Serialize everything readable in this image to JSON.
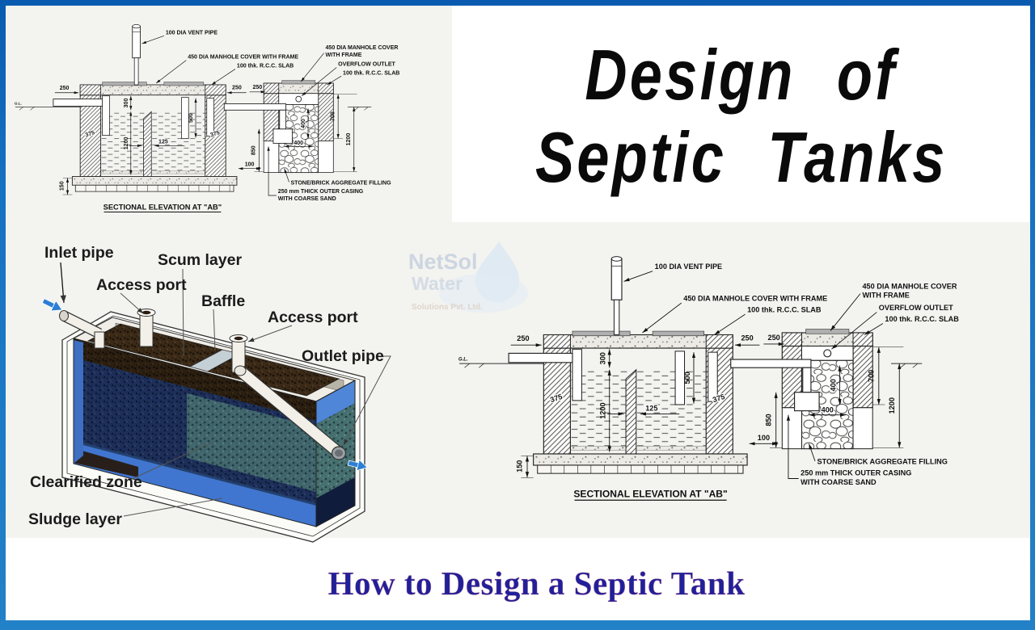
{
  "header": {
    "title_line1": "Design of",
    "title_line2": "Septic Tanks"
  },
  "footer": {
    "title": "How to Design a Septic Tank"
  },
  "watermark": {
    "line1": "NetSol",
    "line2": "Water",
    "line3": "Solutions Pvt. Ltd."
  },
  "colors": {
    "frame_blue": "#1672c2",
    "panel_offwhite": "#f3f3f0",
    "footer_text": "#20209a",
    "arrow_blue": "#2b7fd4"
  },
  "elevation_diagram": {
    "section_title": "SECTIONAL ELEVATION AT \"AB\"",
    "labels": {
      "vent_pipe": "100 DIA VENT PIPE",
      "manhole_left": "450 DIA MANHOLE COVER WITH FRAME",
      "rcc_slab_left": "100 thk. R.C.C. SLAB",
      "manhole_right_line1": "450 DIA MANHOLE COVER",
      "manhole_right_line2": "WITH FRAME",
      "overflow_outlet": "OVERFLOW OUTLET",
      "rcc_slab_right": "100 thk. R.C.C. SLAB",
      "aggregate_filling": "STONE/BRICK AGGREGATE FILLING",
      "outer_casing_line1": "250 mm THICK OUTER CASING",
      "outer_casing_line2": "WITH COARSE SAND",
      "ground_level": "G.L."
    },
    "dimensions": {
      "wall_250_left": "250",
      "freeboard_300": "300",
      "outlet_tee_500": "500",
      "wall_250_right": "250",
      "pit_wall_250": "250",
      "depth_1200": "1200",
      "partition_125": "125",
      "wall_375_left": "375",
      "wall_375_right": "375",
      "gap_100": "100",
      "base_150": "150",
      "pit_850": "850",
      "pit_400_h": "400",
      "pit_400_v": "400",
      "pit_700": "700",
      "pit_1200": "1200"
    }
  },
  "tank_3d": {
    "labels": {
      "inlet_pipe": "Inlet pipe",
      "scum_layer": "Scum layer",
      "access_port_front": "Access port",
      "baffle": "Baffle",
      "access_port_rear": "Access port",
      "outlet_pipe": "Outlet pipe",
      "clearified_zone": "Clearified zone",
      "sludge_layer": "Sludge layer"
    }
  }
}
